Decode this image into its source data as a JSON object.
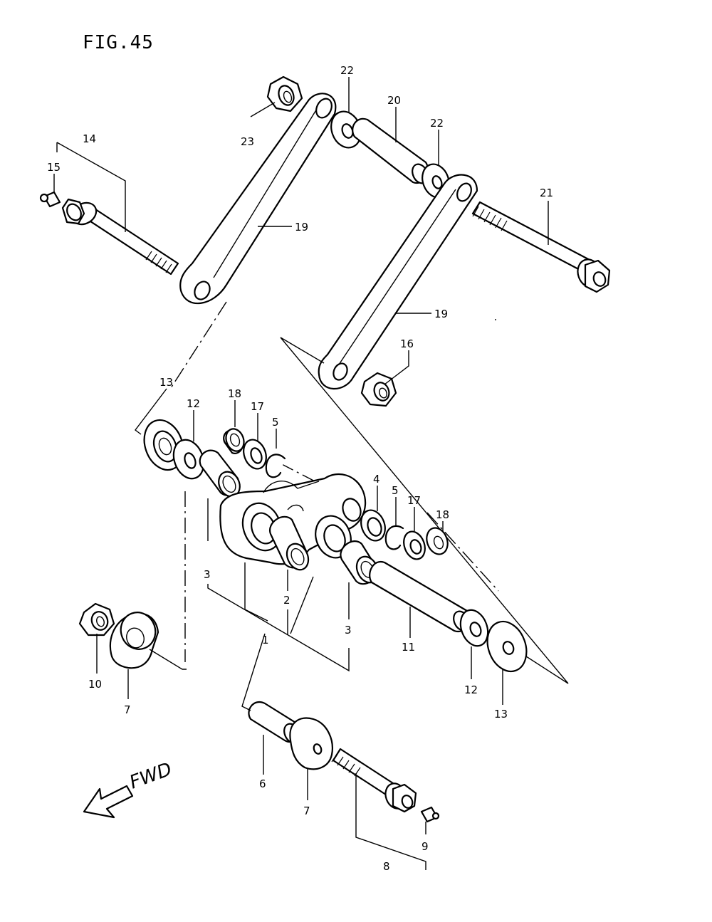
{
  "figure_title": "FIG.45",
  "direction_label": "FWD",
  "colors": {
    "line": "#000000",
    "background": "#ffffff"
  },
  "callouts": [
    {
      "id": "c14",
      "label": "14"
    },
    {
      "id": "c15",
      "label": "15"
    },
    {
      "id": "c23",
      "label": "23"
    },
    {
      "id": "c22a",
      "label": "22"
    },
    {
      "id": "c20",
      "label": "20"
    },
    {
      "id": "c22b",
      "label": "22"
    },
    {
      "id": "c21",
      "label": "21"
    },
    {
      "id": "c19a",
      "label": "19"
    },
    {
      "id": "c19b",
      "label": "19"
    },
    {
      "id": "c16",
      "label": "16"
    },
    {
      "id": "c13a",
      "label": "13"
    },
    {
      "id": "c12a",
      "label": "12"
    },
    {
      "id": "c18a",
      "label": "18"
    },
    {
      "id": "c17a",
      "label": "17"
    },
    {
      "id": "c5a",
      "label": "5"
    },
    {
      "id": "c4",
      "label": "4"
    },
    {
      "id": "c5b",
      "label": "5"
    },
    {
      "id": "c17b",
      "label": "17"
    },
    {
      "id": "c18b",
      "label": "18"
    },
    {
      "id": "c3a",
      "label": "3"
    },
    {
      "id": "c2",
      "label": "2"
    },
    {
      "id": "c3b",
      "label": "3"
    },
    {
      "id": "c1",
      "label": "1"
    },
    {
      "id": "c11",
      "label": "11"
    },
    {
      "id": "c10",
      "label": "10"
    },
    {
      "id": "c7a",
      "label": "7"
    },
    {
      "id": "c12b",
      "label": "12"
    },
    {
      "id": "c13b",
      "label": "13"
    },
    {
      "id": "c6",
      "label": "6"
    },
    {
      "id": "c7b",
      "label": "7"
    },
    {
      "id": "c9",
      "label": "9"
    },
    {
      "id": "c8",
      "label": "8"
    }
  ]
}
